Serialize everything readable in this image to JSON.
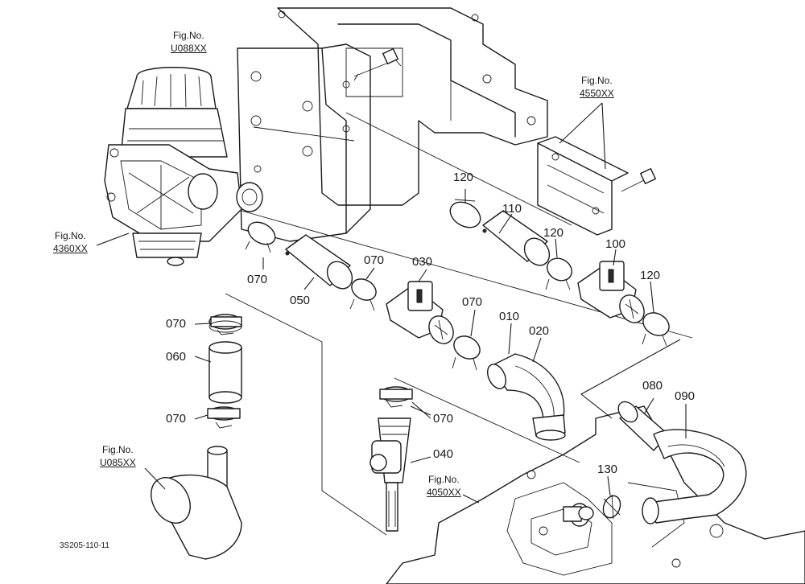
{
  "figure_refs": [
    {
      "id": "fig_u088",
      "prefix": "Fig.No.",
      "code": "U088XX"
    },
    {
      "id": "fig_4550",
      "prefix": "Fig.No.",
      "code": "4550XX"
    },
    {
      "id": "fig_4360",
      "prefix": "Fig.No.",
      "code": "4360XX"
    },
    {
      "id": "fig_u085",
      "prefix": "Fig.No.",
      "code": "U085XX"
    },
    {
      "id": "fig_4050",
      "prefix": "Fig.No.",
      "code": "4050XX"
    }
  ],
  "part_labels": {
    "p120a": "120",
    "p110": "110",
    "p120b": "120",
    "p100": "100",
    "p120c": "120",
    "p070a": "070",
    "p050": "050",
    "p070b": "070",
    "p030": "030",
    "p070c": "070",
    "p010": "010",
    "p020": "020",
    "p070d": "070",
    "p060": "060",
    "p070e": "070",
    "p070f": "070",
    "p040": "040",
    "p080": "080",
    "p090": "090",
    "p130": "130"
  },
  "document_id": "3S205-110-11"
}
